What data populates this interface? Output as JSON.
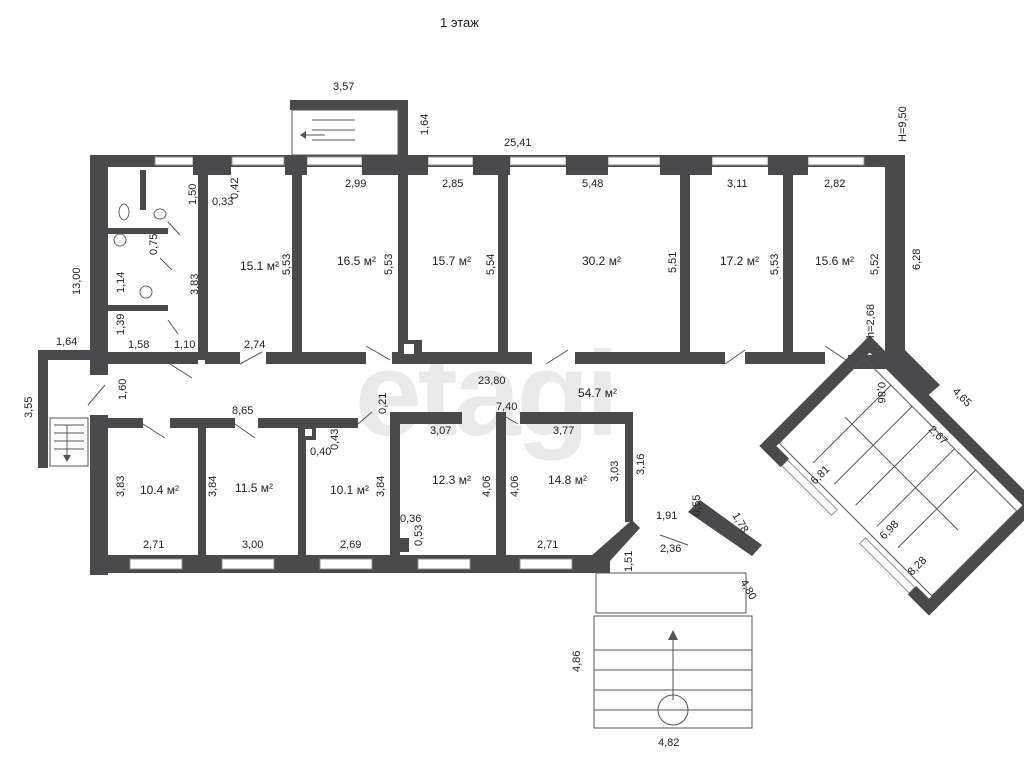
{
  "title": "1 этаж",
  "watermark": "etagi",
  "rooms": [
    {
      "id": "r1",
      "area": "15.1 м²"
    },
    {
      "id": "r2",
      "area": "16.5 м²"
    },
    {
      "id": "r3",
      "area": "15.7 м²"
    },
    {
      "id": "r4",
      "area": "30.2 м²"
    },
    {
      "id": "r5",
      "area": "17.2 м²"
    },
    {
      "id": "r6",
      "area": "15.6 м²"
    },
    {
      "id": "corridor",
      "area": "54.7 м²"
    },
    {
      "id": "r7",
      "area": "10.4 м²"
    },
    {
      "id": "r8",
      "area": "11.5 м²"
    },
    {
      "id": "r9",
      "area": "10.1 м²"
    },
    {
      "id": "r10",
      "area": "12.3 м²"
    },
    {
      "id": "r11",
      "area": "14.8 м²"
    }
  ],
  "dimensions": {
    "top_stair_width": "3,57",
    "top_stair_depth": "1,64",
    "building_length": "25,41",
    "building_height": "H=9,50",
    "right_wall": "6,28",
    "left_wall": "13,00",
    "wc_1": "1,50",
    "wc_2": "0,75",
    "wc_3": "1,14",
    "wc_4": "1,39",
    "wc_5": "1,58",
    "wc_6": "1,10",
    "wc_7": "3,83",
    "r1_pillar_a": "0,42",
    "r1_pillar_b": "0,33",
    "r1_height": "5,53",
    "r1_width": "2,74",
    "r2_width": "2,99",
    "r2_height": "5,53",
    "r3_width": "2,85",
    "r3_height": "5,54",
    "r4_width": "5,48",
    "r4_height": "5,51",
    "r5_width": "3,11",
    "r5_height": "5,53",
    "r6_width": "2,82",
    "r6_height": "5,52",
    "ceiling_height": "h=2,68",
    "left_entry_a": "1,64",
    "left_entry_b": "3,55",
    "corridor_width": "1,60",
    "corridor_length": "23,80",
    "corridor_a": "8,65",
    "corridor_b": "7,40",
    "pillar_c": "0,21",
    "pillar_d": "0,43",
    "pillar_e": "0,40",
    "angle_a": "0,86",
    "angle_b": "4,65",
    "r7_height": "3,83",
    "r7_width": "2,71",
    "r8_height": "3,84",
    "r8_width": "3,00",
    "r9_height": "3,84",
    "r9_width": "2,69",
    "pillar_f": "0,36",
    "pillar_g": "0,53",
    "r10_width": "3,07",
    "r10_height": "4,06",
    "r11_width": "3,77",
    "r11_height_l": "4,06",
    "r11_height_r": "3,03",
    "r11_bottom": "2,71",
    "bevel_a": "3,16",
    "bevel_b": "1,91",
    "bevel_c": "0,55",
    "bevel_d": "1,51",
    "bevel_e": "2,36",
    "bevel_f": "1,78",
    "bevel_g": "4,80",
    "stair_r_a": "6,81",
    "stair_r_b": "2,67",
    "stair_r_c": "6,98",
    "stair_r_d": "8,28",
    "porch_depth": "4,86",
    "porch_width": "4,82"
  }
}
